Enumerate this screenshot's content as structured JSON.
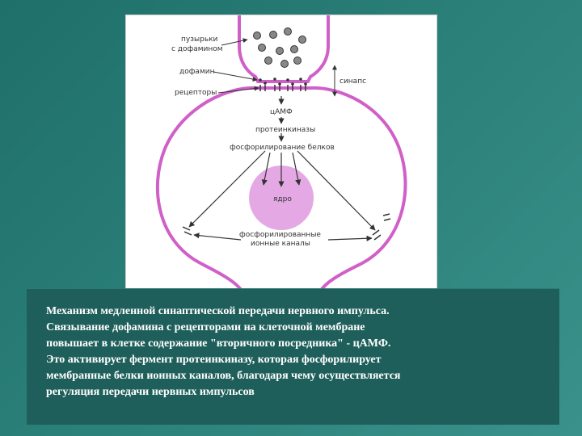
{
  "diagram": {
    "labels": {
      "vesicles_line1": "пузырьки",
      "vesicles_line2": "с дофамином",
      "dopamine": "дофамин",
      "receptors": "рецепторы",
      "synapse": "синапс",
      "camp": "цАМФ",
      "protein_kinases": "протеинкиназы",
      "phosphorylation": "фосфорилирование белков",
      "nucleus": "ядро",
      "channels_line1": "фосфорилированные",
      "channels_line2": "ионные каналы"
    },
    "colors": {
      "membrane": "#d060c8",
      "nucleus": "#e4a8e4",
      "arrow": "#333333"
    }
  },
  "caption": {
    "lines": [
      "Механизм медленной синаптической передачи нервного импульса.",
      "Связывание дофамина с рецепторами на клеточной мембране",
      "повышает в клетке содержание \"вторичного посредника\" - цАМФ.",
      "Это активирует фермент протеинкиназу, которая фосфорилирует",
      "мембранные белки ионных каналов, благодаря чему осуществляется",
      "регуляция передачи нервных импульсов"
    ]
  }
}
